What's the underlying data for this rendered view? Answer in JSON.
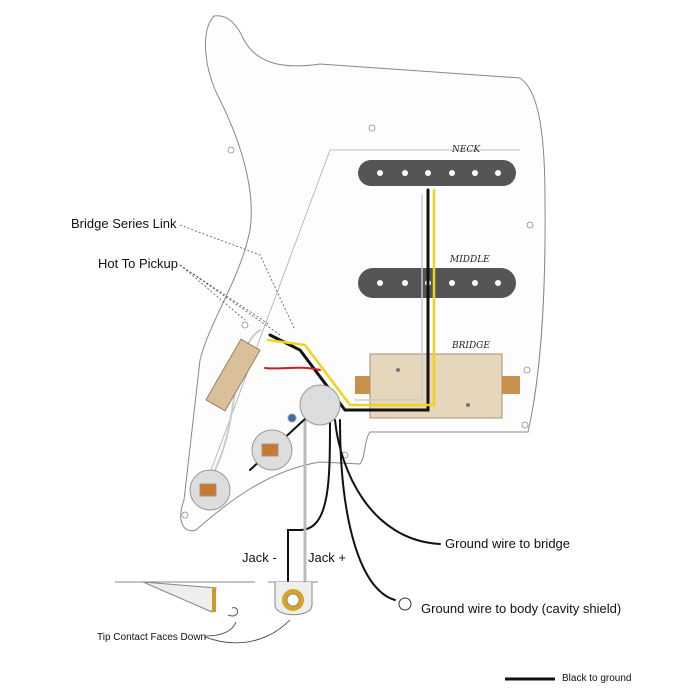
{
  "labels": {
    "bridge_series_link": "Bridge Series Link",
    "hot_to_pickup": "Hot To Pickup",
    "jack_minus": "Jack -",
    "jack_plus": "Jack +",
    "ground_bridge": "Ground wire to bridge",
    "ground_body": "Ground wire to body (cavity shield)",
    "tip_contact": "Tip Contact Faces Down",
    "legend_black": "Black to ground"
  },
  "pickups": {
    "neck": "NECK",
    "middle": "MIDDLE",
    "bridge": "BRIDGE"
  },
  "colors": {
    "wire_black": "#111111",
    "wire_yellow": "#f2d21b",
    "wire_red": "#cc1f1f",
    "wire_white": "#ffffff",
    "pot_tan": "#d9c09a",
    "pickup_gray": "#555555",
    "humbucker": "#e6d6bb"
  }
}
